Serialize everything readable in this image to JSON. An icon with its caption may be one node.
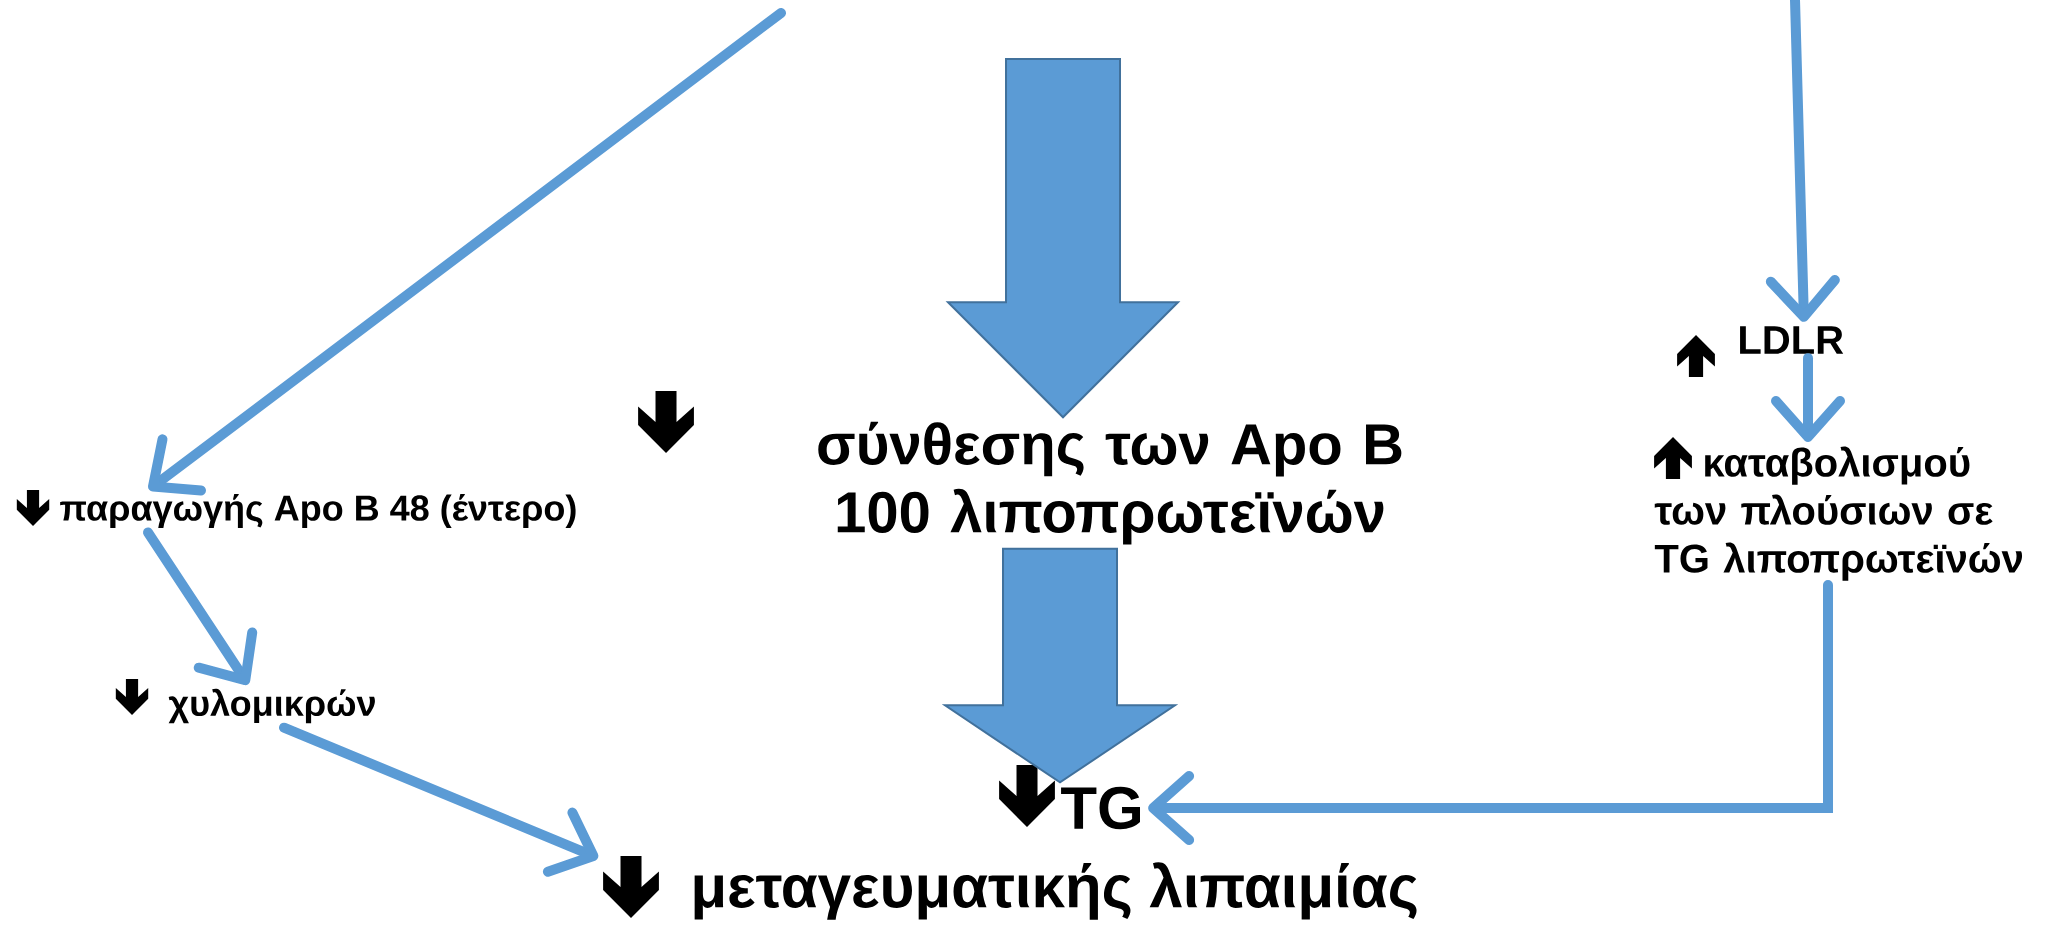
{
  "diagram": {
    "nodes": [
      {
        "text": [
          "παραγωγής Apo B 48 (έντερο)"
        ]
      },
      {
        "text": [
          "χυλομικρών"
        ]
      },
      {
        "text": [
          "σύνθεσης των Apo B 100 λιποπρωτεϊνών"
        ]
      },
      {
        "text": [
          "TG"
        ]
      },
      {
        "text": [
          "μεταγευματικής λιπαιμίας"
        ]
      },
      {
        "text": [
          "LDLR"
        ]
      },
      {
        "text": [
          "καταβολισμού των πλούσιων σε TG λιποπρωτεϊνών"
        ]
      }
    ],
    "edges": [
      {
        "from": null,
        "to": 0,
        "arrow": "to"
      },
      {
        "from": 0,
        "to": 1,
        "arrow": "to"
      },
      {
        "from": 1,
        "to": 4,
        "arrow": "to"
      },
      {
        "from": null,
        "to": 2,
        "arrow": "to",
        "style": "thick"
      },
      {
        "from": 2,
        "to": 3,
        "arrow": "to",
        "style": "thick"
      },
      {
        "from": null,
        "to": 5,
        "arrow": "to"
      },
      {
        "from": 5,
        "to": 6,
        "arrow": "to"
      },
      {
        "from": 6,
        "to": 3,
        "arrow": "to"
      }
    ]
  }
}
